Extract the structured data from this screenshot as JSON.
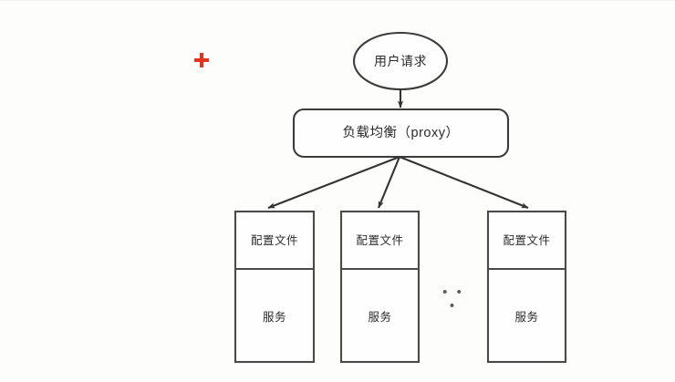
{
  "diagram": {
    "background_color": "#fdfdfb",
    "stroke_color": "#3a3a3a",
    "text_color": "#2b2b2b",
    "nodes": {
      "user_request": {
        "label": "用户请求",
        "shape": "ellipse"
      },
      "load_balancer": {
        "label": "负载均衡（proxy）",
        "shape": "rounded-rectangle"
      },
      "instances": [
        {
          "config_label": "配置文件",
          "service_label": "服务"
        },
        {
          "config_label": "配置文件",
          "service_label": "服务"
        },
        {
          "config_label": "配置文件",
          "service_label": "服务"
        }
      ]
    },
    "ellipsis": "• • •",
    "cursor": {
      "name": "crosshair-cursor",
      "color": "#e8331c"
    }
  }
}
